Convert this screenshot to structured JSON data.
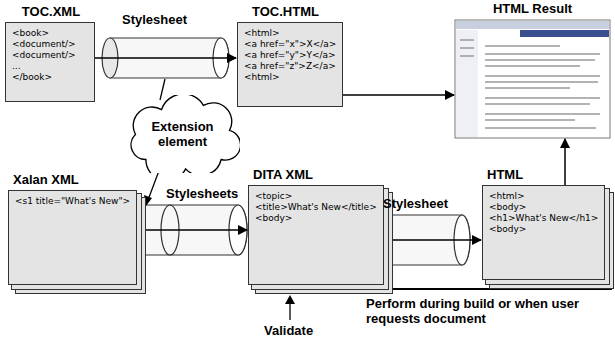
{
  "diagram": {
    "nodes": [
      {
        "text": [
          "TOC.XML",
          "<book>",
          "<document/>",
          "<document/>",
          "...",
          "</book>"
        ]
      },
      {
        "text": [
          "TOC.HTML",
          "<html>",
          "<a href=\"x\">X</a>",
          "<a href=\"y\">Y</a>",
          "<a href=\"z\">Z</a>",
          "<html>"
        ]
      },
      {
        "text": [
          "HTML Result"
        ]
      },
      {
        "text": [
          "Extension element"
        ]
      },
      {
        "text": [
          "Xalan XML",
          "<s1 title=\"What's New\">"
        ]
      },
      {
        "text": [
          "DITA XML",
          "<topic>",
          "<title>What's New</title>",
          "<body>"
        ]
      },
      {
        "text": [
          "HTML",
          "<html>",
          "<body>",
          "<h1>What's New</h1>",
          "<body>"
        ]
      }
    ],
    "edges": [
      {
        "from": 0,
        "to": 1,
        "arrow": "to"
      },
      {
        "from": 1,
        "to": 2,
        "arrow": "to"
      },
      {
        "from": 4,
        "to": 5,
        "arrow": "to"
      },
      {
        "from": 5,
        "to": 6,
        "arrow": "to"
      },
      {
        "from": 6,
        "to": 2,
        "arrow": "to"
      }
    ],
    "labels": [
      "Stylesheet",
      "Stylesheets",
      "Stylesheet",
      "Validate",
      "Perform during build or when user requests document"
    ]
  }
}
